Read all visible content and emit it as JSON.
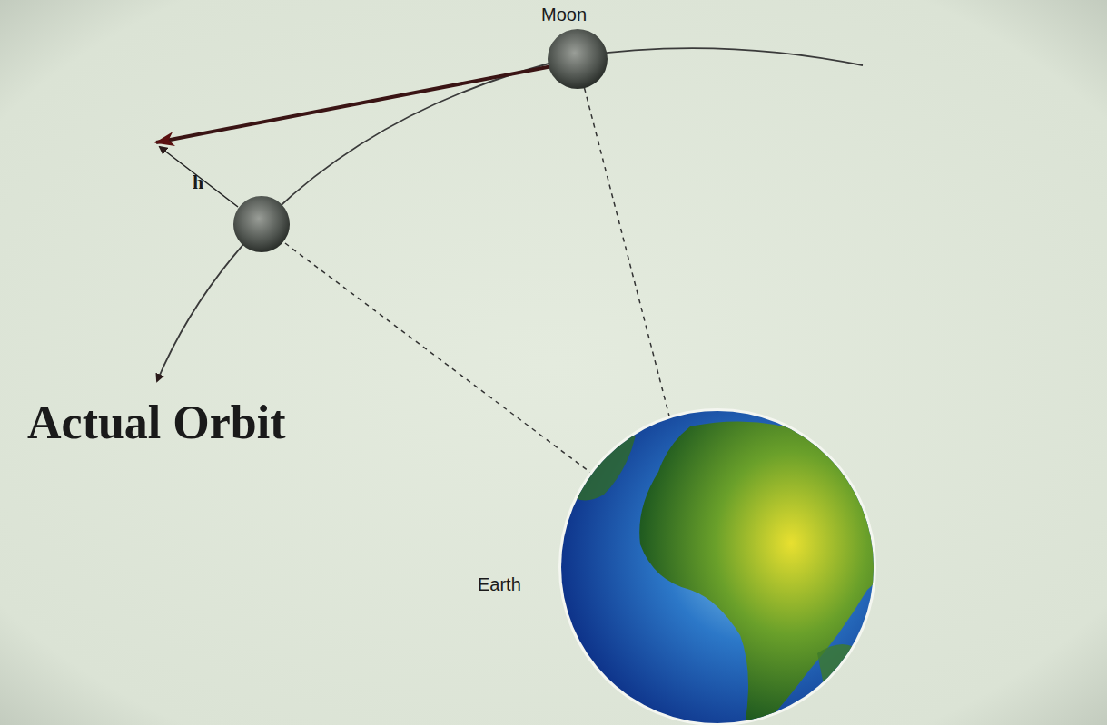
{
  "diagram": {
    "labels": [
      "Moon",
      "h",
      "Actual Orbit",
      "Earth"
    ]
  }
}
